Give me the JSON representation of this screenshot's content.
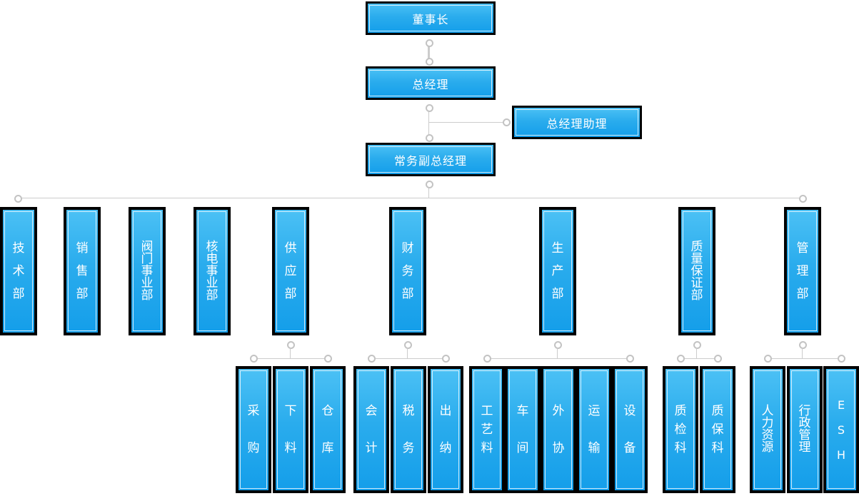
{
  "palette": {
    "node_fill_top": "#4cc1f5",
    "node_fill_bottom": "#149eea",
    "node_border": "#000000",
    "node_inner_border": "#ffffff",
    "node_text": "#ffffff",
    "connector": "#cccccc"
  },
  "org": {
    "chairman": "董事长",
    "general_manager": "总经理",
    "gm_assistant": "总经理助理",
    "deputy_general_manager": "常务副总经理",
    "departments": [
      {
        "label": "技术部",
        "children": []
      },
      {
        "label": "销售部",
        "children": []
      },
      {
        "label": "阀门事业部",
        "children": []
      },
      {
        "label": "核电事业部",
        "children": []
      },
      {
        "label": "供应部",
        "children": [
          "采购",
          "下料",
          "仓库"
        ]
      },
      {
        "label": "财务部",
        "children": [
          "会计",
          "税务",
          "出纳"
        ]
      },
      {
        "label": "生产部",
        "children": [
          "工艺料",
          "车间",
          "外协",
          "运输",
          "设备"
        ]
      },
      {
        "label": "质量保证部",
        "children": [
          "质检科",
          "质保科"
        ]
      },
      {
        "label": "管理部",
        "children": [
          "人力资源",
          "行政管理",
          "ESH"
        ]
      }
    ]
  }
}
